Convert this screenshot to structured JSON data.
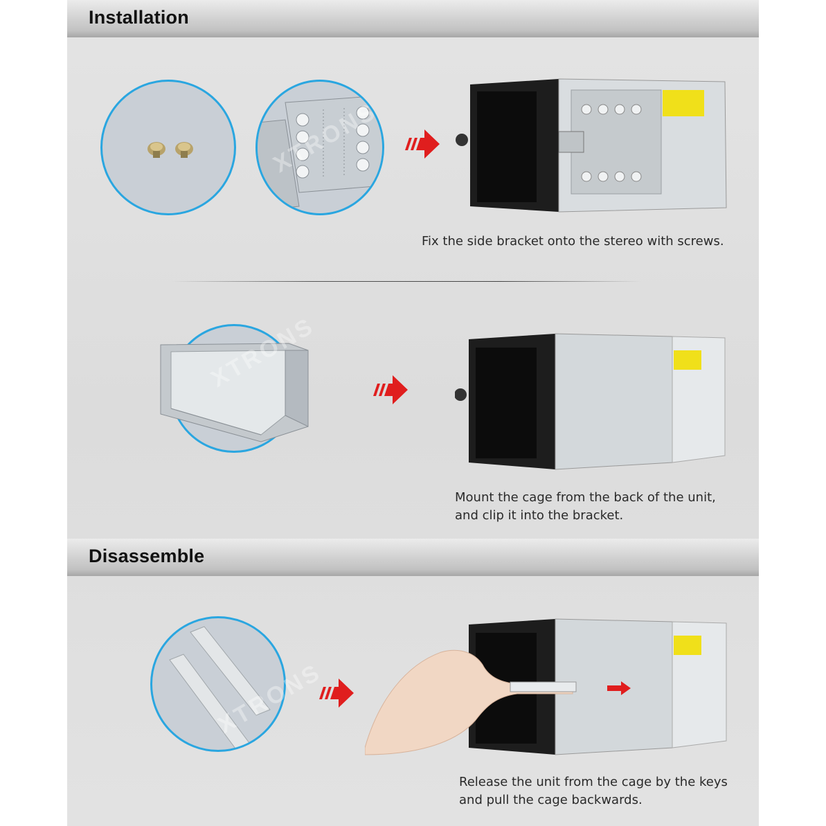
{
  "installation": {
    "title": "Installation",
    "step1_caption": "Fix the side bracket onto the stereo with screws.",
    "step2_caption_line1": "Mount the cage from the back of the unit,",
    "step2_caption_line2": "and clip it into the bracket."
  },
  "disassemble": {
    "title": "Disassemble",
    "caption_line1": "Release the unit from the cage by the keys",
    "caption_line2": "and pull the cage backwards."
  },
  "watermark": "XTRONS",
  "colors": {
    "circle_border": "#2aa6e0",
    "arrow_red": "#e01e1e",
    "band_gray": "#c4c4c4"
  },
  "icons": [
    "screws-icon",
    "side-bracket-icon",
    "mounting-cage-icon",
    "release-keys-icon",
    "stereo-unit-icon",
    "red-arrow-icon"
  ]
}
